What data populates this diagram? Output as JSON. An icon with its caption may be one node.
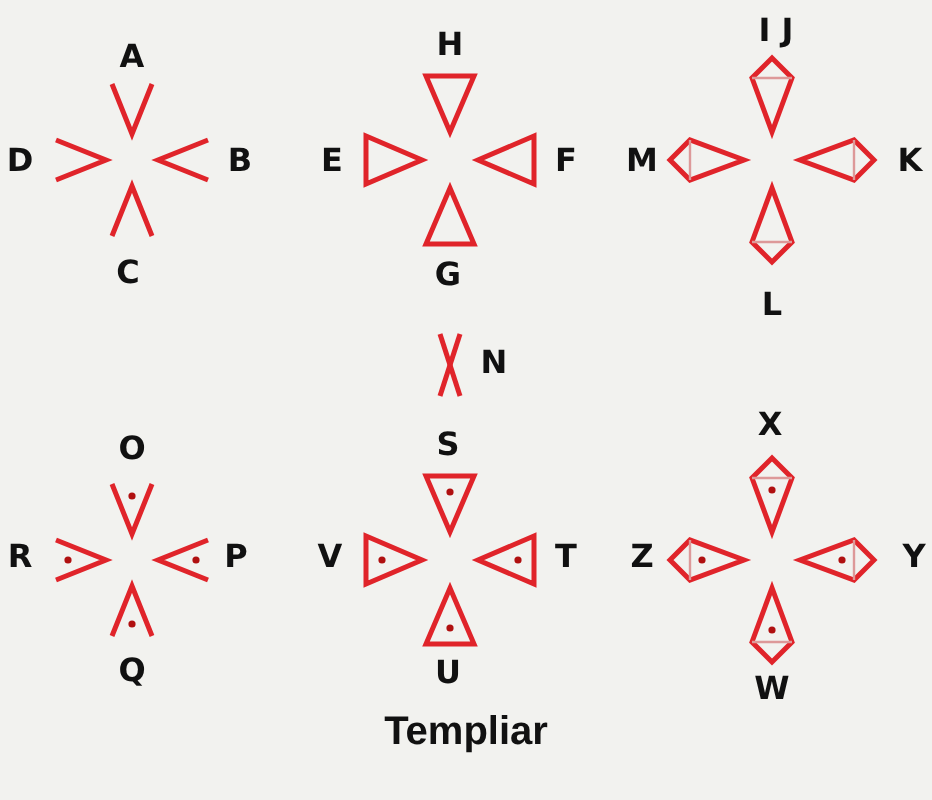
{
  "diagram": {
    "caption": "Templiar",
    "labels": [
      "A",
      "H",
      "I J",
      "D",
      "B",
      "E",
      "F",
      "M",
      "K",
      "C",
      "G",
      "L",
      "N",
      "O",
      "S",
      "X",
      "R",
      "P",
      "V",
      "T",
      "Z",
      "Y",
      "Q",
      "U",
      "W"
    ]
  }
}
